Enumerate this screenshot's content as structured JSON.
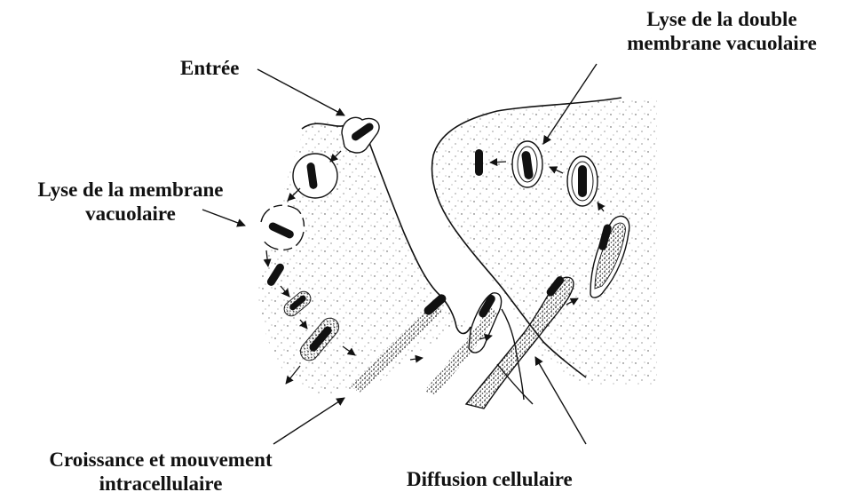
{
  "labels": {
    "entry": "Entrée",
    "vacuole_lysis": [
      "Lyse de la membrane",
      "vacuolaire"
    ],
    "double_membrane_lysis": [
      "Lyse de la double",
      "membrane vacuolaire"
    ],
    "growth_movement": [
      "Croissance et mouvement",
      "intracellulaire"
    ],
    "cell_spread": "Diffusion cellulaire"
  },
  "colors": {
    "ink": "#111111",
    "background": "#ffffff"
  }
}
